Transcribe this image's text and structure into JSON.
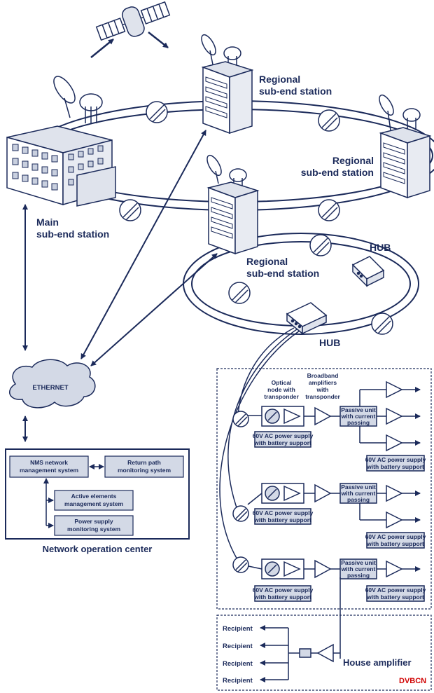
{
  "labels": {
    "regional_top": [
      "Regional",
      "sub-end station"
    ],
    "regional_right": [
      "Regional",
      "sub-end station"
    ],
    "regional_center": [
      "Regional",
      "sub-end station"
    ],
    "main_station": [
      "Main",
      "sub-end station"
    ],
    "hub_top": "HUB",
    "hub_bottom": "HUB",
    "ethernet": "ETHERNET",
    "optical_node": [
      "Optical",
      "node with",
      "transponder"
    ],
    "broadband_amps": [
      "Broadband",
      "amplifiers",
      "with",
      "transponder"
    ],
    "house_amplifier": "House amplifier",
    "noc_title": "Network operation center",
    "watermark": "DVBCN"
  },
  "noc": {
    "nms": [
      "NMS network",
      "management system"
    ],
    "return_path": [
      "Return path",
      "monitoring system"
    ],
    "active_elements": [
      "Active elements",
      "management system"
    ],
    "power_monitoring": [
      "Power supply",
      "monitoring system"
    ]
  },
  "power_supply": [
    "60V AC power supply",
    "with battery support"
  ],
  "passive_unit": [
    "Passive unit",
    "with current",
    "passing"
  ],
  "recipients": [
    "Recipient",
    "Recipient",
    "Recipient",
    "Recipient"
  ],
  "colors": {
    "ink": "#1b2a5a",
    "box_fill": "#d3d9e6",
    "building_fill": "#dfe3ec"
  }
}
